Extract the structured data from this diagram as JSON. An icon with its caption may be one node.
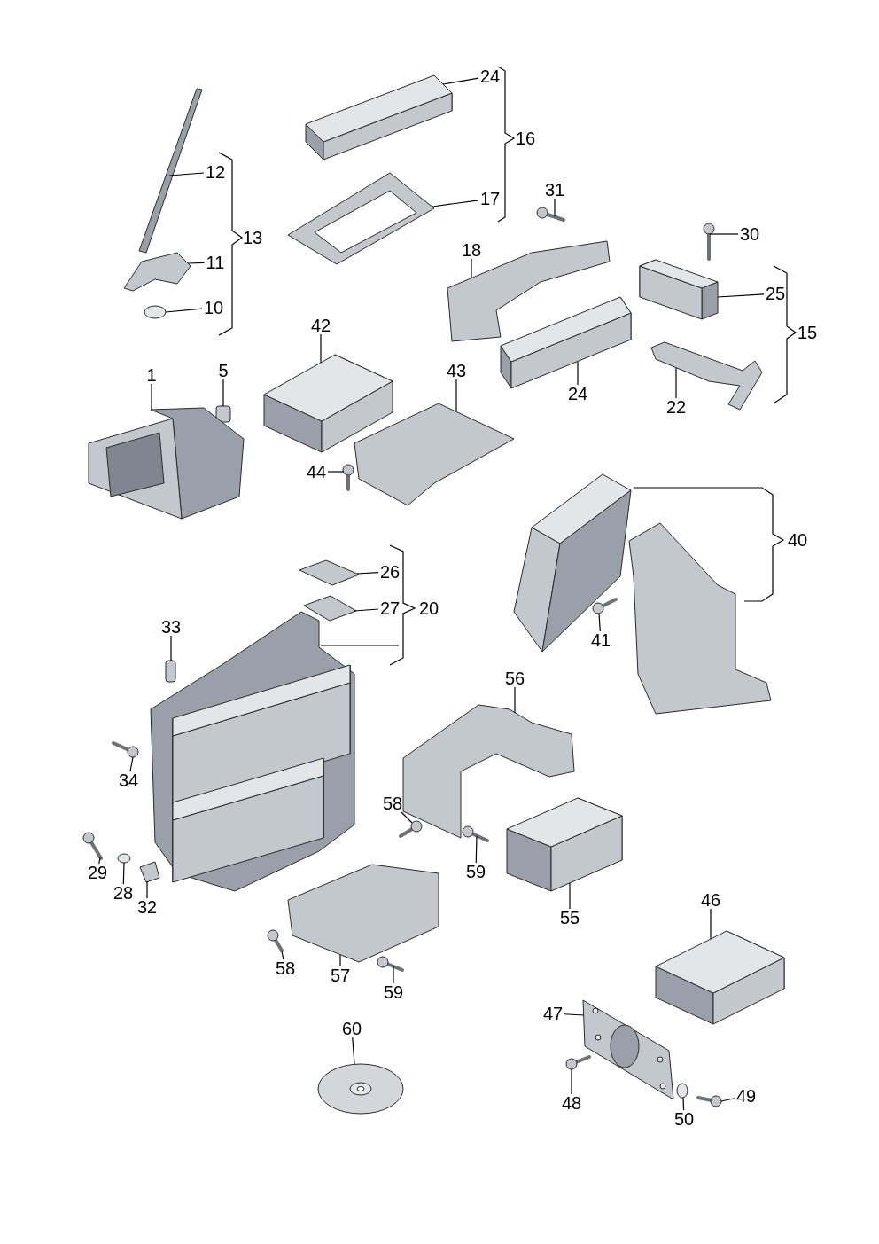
{
  "diagram": {
    "nodes": [
      {
        "text": [
          "24"
        ]
      },
      {
        "text": [],
        "shape": "picture"
      },
      {
        "text": [
          "12"
        ]
      },
      {
        "text": [],
        "shape": "picture"
      },
      {
        "text": [
          "17"
        ]
      },
      {
        "text": [],
        "shape": "picture"
      },
      {
        "text": [
          "31"
        ]
      },
      {
        "text": [],
        "shape": "picture"
      },
      {
        "text": [
          "30"
        ]
      },
      {
        "text": [],
        "shape": "picture"
      },
      {
        "text": [
          "18"
        ]
      },
      {
        "text": [],
        "shape": "picture"
      },
      {
        "text": [
          "11"
        ]
      },
      {
        "text": [],
        "shape": "picture"
      },
      {
        "text": [
          "25"
        ]
      },
      {
        "text": [],
        "shape": "picture"
      },
      {
        "text": [
          "10"
        ]
      },
      {
        "text": [],
        "shape": "circle"
      },
      {
        "text": [
          "42"
        ]
      },
      {
        "text": [],
        "shape": "picture"
      },
      {
        "text": [
          "5"
        ]
      },
      {
        "text": [],
        "shape": "box"
      },
      {
        "text": [
          "1"
        ]
      },
      {
        "text": [],
        "shape": "picture"
      },
      {
        "text": [
          "43"
        ]
      },
      {
        "text": [],
        "shape": "picture"
      },
      {
        "text": [
          "24"
        ]
      },
      {
        "text": [],
        "shape": "picture"
      },
      {
        "text": [
          "22"
        ]
      },
      {
        "text": [],
        "shape": "picture"
      },
      {
        "text": [
          "44"
        ]
      },
      {
        "text": [],
        "shape": "picture"
      },
      {
        "text": [
          "26"
        ]
      },
      {
        "text": [],
        "shape": "picture"
      },
      {
        "text": [
          "27"
        ]
      },
      {
        "text": [],
        "shape": "picture"
      },
      {
        "text": [
          "33"
        ]
      },
      {
        "text": [],
        "shape": "box"
      },
      {
        "text": [
          "41"
        ]
      },
      {
        "text": [],
        "shape": "picture"
      },
      {
        "text": [
          "56"
        ]
      },
      {
        "text": [],
        "shape": "picture"
      },
      {
        "text": [
          "34"
        ]
      },
      {
        "text": [],
        "shape": "picture"
      },
      {
        "text": [
          "58"
        ]
      },
      {
        "text": [],
        "shape": "picture"
      },
      {
        "text": [
          "59"
        ]
      },
      {
        "text": [],
        "shape": "picture"
      },
      {
        "text": [
          "29"
        ]
      },
      {
        "text": [],
        "shape": "picture"
      },
      {
        "text": [
          "28"
        ]
      },
      {
        "text": [],
        "shape": "circle"
      },
      {
        "text": [
          "32"
        ]
      },
      {
        "text": [],
        "shape": "picture"
      },
      {
        "text": [
          "55"
        ]
      },
      {
        "text": [],
        "shape": "picture"
      },
      {
        "text": [
          "46"
        ]
      },
      {
        "text": [],
        "shape": "picture"
      },
      {
        "text": [
          "58"
        ]
      },
      {
        "text": [],
        "shape": "picture"
      },
      {
        "text": [
          "57"
        ]
      },
      {
        "text": [],
        "shape": "picture"
      },
      {
        "text": [
          "59"
        ]
      },
      {
        "text": [],
        "shape": "picture"
      },
      {
        "text": [
          "47"
        ]
      },
      {
        "text": [],
        "shape": "picture"
      },
      {
        "text": [
          "60"
        ]
      },
      {
        "text": [],
        "shape": "picture"
      },
      {
        "text": [
          "49"
        ]
      },
      {
        "text": [],
        "shape": "picture"
      },
      {
        "text": [
          "48"
        ]
      },
      {
        "text": [],
        "shape": "picture"
      },
      {
        "text": [
          "50"
        ]
      },
      {
        "text": [],
        "shape": "circle"
      }
    ],
    "edges": [
      {
        "from": 0,
        "to": 1,
        "arrow": "none"
      },
      {
        "from": 2,
        "to": 3,
        "arrow": "none"
      },
      {
        "from": 4,
        "to": 5,
        "arrow": "none"
      },
      {
        "from": 6,
        "to": 7,
        "arrow": "none"
      },
      {
        "from": 8,
        "to": 9,
        "arrow": "none"
      },
      {
        "from": 10,
        "to": 11,
        "arrow": "none"
      },
      {
        "from": 12,
        "to": 13,
        "arrow": "none"
      },
      {
        "from": 14,
        "to": 15,
        "arrow": "none"
      },
      {
        "from": 16,
        "to": 17,
        "arrow": "none"
      },
      {
        "from": 18,
        "to": 19,
        "arrow": "none"
      },
      {
        "from": 20,
        "to": 21,
        "arrow": "none"
      },
      {
        "from": 22,
        "to": 23,
        "arrow": "none"
      },
      {
        "from": 24,
        "to": 25,
        "arrow": "none"
      },
      {
        "from": 26,
        "to": 27,
        "arrow": "none"
      },
      {
        "from": 28,
        "to": 29,
        "arrow": "none"
      },
      {
        "from": 30,
        "to": 31,
        "arrow": "none"
      },
      {
        "from": 32,
        "to": 33,
        "arrow": "none"
      },
      {
        "from": 34,
        "to": 35,
        "arrow": "none"
      },
      {
        "from": 36,
        "to": 37,
        "arrow": "none"
      },
      {
        "from": 38,
        "to": 39,
        "arrow": "none"
      },
      {
        "from": 40,
        "to": 41,
        "arrow": "none"
      },
      {
        "from": 42,
        "to": 43,
        "arrow": "none"
      },
      {
        "from": 44,
        "to": 45,
        "arrow": "none"
      },
      {
        "from": 46,
        "to": 47,
        "arrow": "none"
      },
      {
        "from": 48,
        "to": 49,
        "arrow": "none"
      },
      {
        "from": 50,
        "to": 51,
        "arrow": "none"
      },
      {
        "from": 52,
        "to": 53,
        "arrow": "none"
      },
      {
        "from": 54,
        "to": 55,
        "arrow": "none"
      },
      {
        "from": 56,
        "to": 57,
        "arrow": "none"
      },
      {
        "from": 58,
        "to": 59,
        "arrow": "none"
      },
      {
        "from": 60,
        "to": 61,
        "arrow": "none"
      },
      {
        "from": 62,
        "to": 63,
        "arrow": "none"
      },
      {
        "from": 64,
        "to": 65,
        "arrow": "none"
      },
      {
        "from": 66,
        "to": 67,
        "arrow": "none"
      },
      {
        "from": 68,
        "to": 69,
        "arrow": "none"
      },
      {
        "from": 70,
        "to": 71,
        "arrow": "none"
      },
      {
        "from": 72,
        "to": 73,
        "arrow": "none"
      }
    ],
    "labels": [
      "16",
      "13",
      "15",
      "40",
      "20"
    ]
  }
}
